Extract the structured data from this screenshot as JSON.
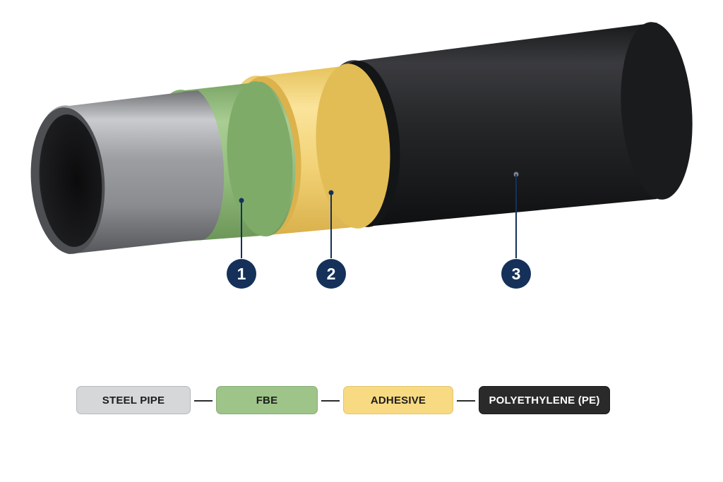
{
  "callouts": [
    {
      "number": "1",
      "layer": "FBE"
    },
    {
      "number": "2",
      "layer": "ADHESIVE"
    },
    {
      "number": "3",
      "layer": "POLYETHYLENE (PE)"
    }
  ],
  "legend": {
    "items": [
      {
        "label": "STEEL PIPE",
        "color": "#d6d7d9"
      },
      {
        "label": "FBE",
        "color": "#9ec48a"
      },
      {
        "label": "ADHESIVE",
        "color": "#f7da82"
      },
      {
        "label": "POLYETHYLENE (PE)",
        "color": "#2a2a2a"
      }
    ]
  },
  "colors": {
    "steel": "#a9abae",
    "fbe": "#8fb87a",
    "adhesive": "#f1cf6c",
    "polyethylene": "#1f2022",
    "callout_fill": "#15315a"
  }
}
